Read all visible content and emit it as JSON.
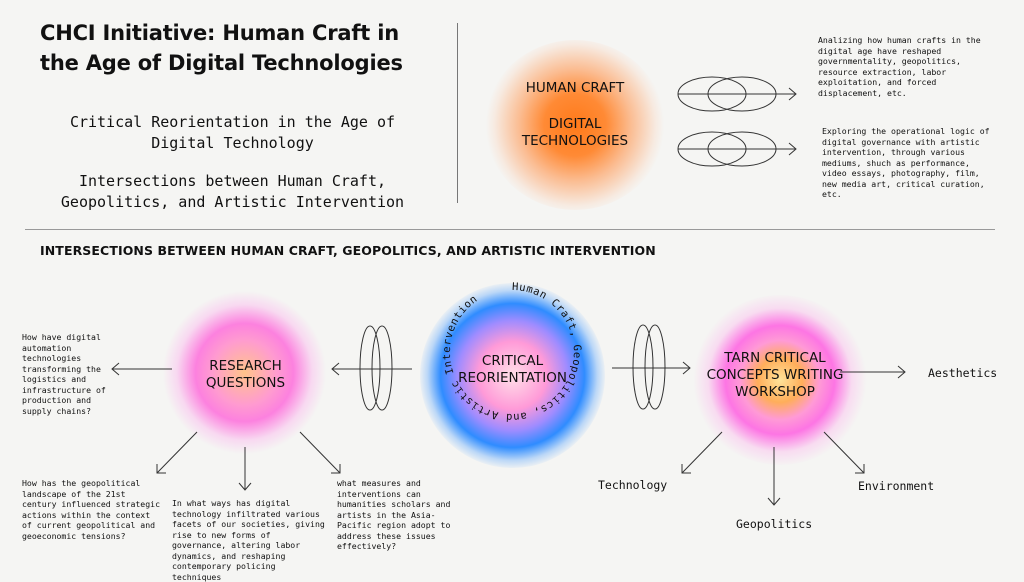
{
  "header": {
    "title": "CHCI Initiative: Human Craft in the Age of Digital Technologies",
    "subtitle_1": "Critical Reorientation in the Age of Digital Technology",
    "subtitle_2": "Intersections between Human Craft, Geopolitics, and Artistic Intervention"
  },
  "top_diagram": {
    "label_1": "HUMAN CRAFT",
    "label_2": "DIGITAL TECHNOLOGIES",
    "note_1": "Analizing how human crafts in the digital age have reshaped governmentality, geopolitics, resource extraction, labor exploitation, and forced displacement, etc.",
    "note_2": "Exploring the operational logic of digital governance with artistic intervention, through various mediums, shuch as performance, video essays, photography, film, new media art, critical curation, etc.",
    "colors": {
      "orange": "#ff7a1a",
      "orange_soft": "#ffb27a"
    }
  },
  "section_heading": "INTERSECTIONS BETWEEN HUMAN CRAFT, GEOPOLITICS, AND ARTISTIC INTERVENTION",
  "research": {
    "label": "RESEARCH QUESTIONS",
    "q1": "How have digital automation technologies transforming the logistics and infrastructure of production and supply chains?",
    "q2": "How has the geopolitical landscape of the 21st century influenced strategic actions within the context of current geopolitical and geoeconomic tensions?",
    "q3": "In what ways has digital technology infiltrated various facets of our societies, giving rise to new forms of governance, altering labor dynamics, and reshaping contemporary policing techniques",
    "q4": "what measures and interventions can humanities scholars and artists in the Asia-Pacific region adopt to address these issues effectively?",
    "colors": {
      "magenta": "#ff5ad8",
      "peach": "#ffc48a"
    }
  },
  "center": {
    "label": "CRITICAL REORIENTATION",
    "ring_text": "Human Craft, Geopolitics, and Artistic Intervention",
    "colors": {
      "blue": "#2f8cff",
      "pink": "#ff7ad6"
    }
  },
  "workshop": {
    "label": "TARN CRITICAL CONCEPTS WRITING WORKSHOP",
    "outputs": {
      "aesthetics": "Aesthetics",
      "technology": "Technology",
      "environment": "Environment",
      "geopolitics": "Geopolitics"
    },
    "colors": {
      "magenta": "#ff55e0",
      "orange": "#ffae5a"
    }
  }
}
